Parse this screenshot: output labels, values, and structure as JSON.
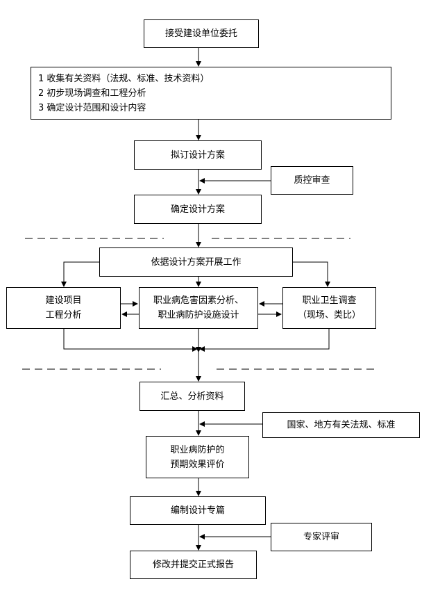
{
  "steps": {
    "accept": "接受建设单位委托",
    "collect": [
      "1 收集有关资料（法规、标准、技术资料）",
      "2 初步现场调查和工程分析",
      "3 确定设计范围和设计内容"
    ],
    "draft": "拟订设计方案",
    "qc": "质控审查",
    "confirm": "确定设计方案",
    "work": "依据设计方案开展工作",
    "project": [
      "建设项目",
      "工程分析"
    ],
    "hazard": [
      "职业病危害因素分析、",
      "职业病防护设施设计"
    ],
    "survey": [
      "职业卫生调查",
      "（现场、类比）"
    ],
    "summary": "汇总、分析资料",
    "laws": "国家、地方有关法规、标准",
    "evaluate": [
      "职业病防护的",
      "预期效果评价"
    ],
    "compile": "编制设计专篇",
    "expert": "专家评审",
    "revise": "修改并提交正式报告"
  }
}
